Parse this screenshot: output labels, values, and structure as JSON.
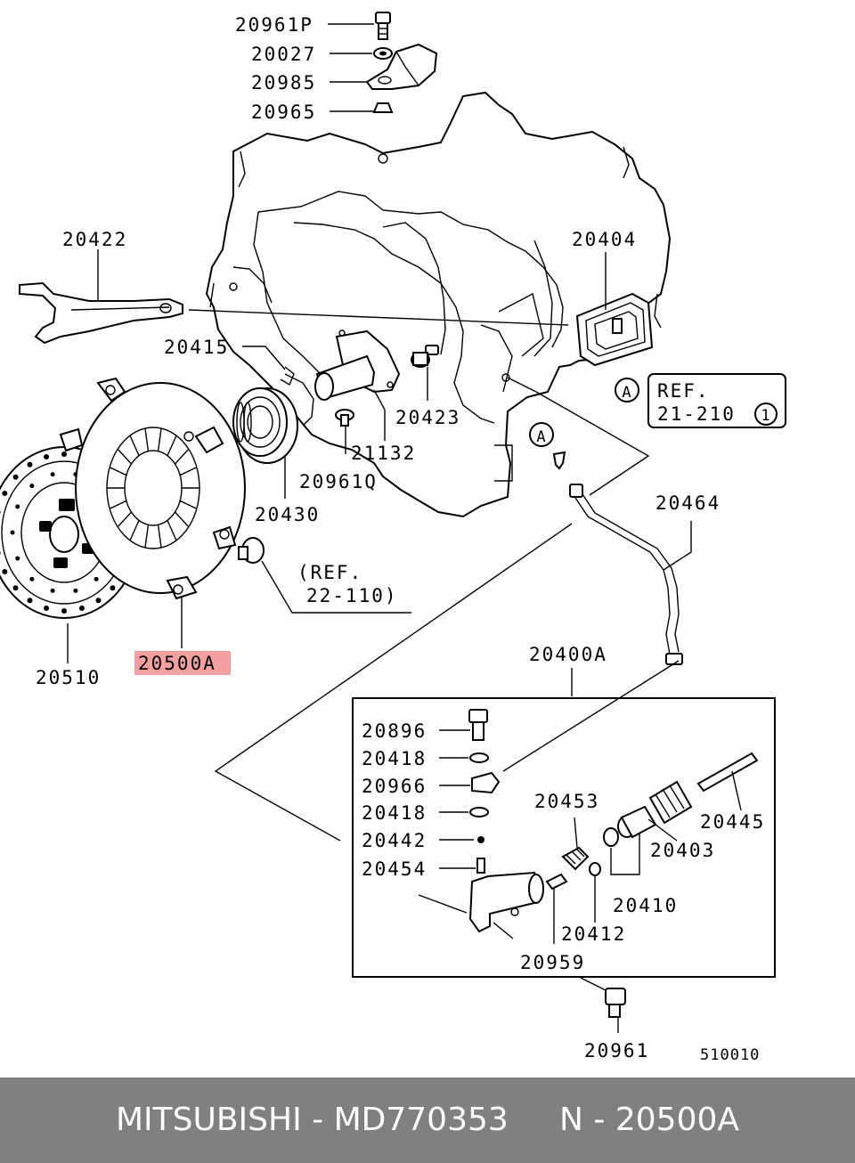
{
  "labels": {
    "p20961P": "20961P",
    "p20027": "20027",
    "p20985": "20985",
    "p20965": "20965",
    "p20422": "20422",
    "p20404": "20404",
    "p20415": "20415",
    "p20423": "20423",
    "p21132": "21132",
    "p20961Q": "20961Q",
    "p20430": "20430",
    "p20464": "20464",
    "p20510": "20510",
    "p20500A": "20500A",
    "p20400A": "20400A",
    "p20896": "20896",
    "p20418a": "20418",
    "p20966": "20966",
    "p20418b": "20418",
    "p20442": "20442",
    "p20454": "20454",
    "p20453": "20453",
    "p20445": "20445",
    "p20403": "20403",
    "p20410": "20410",
    "p20412": "20412",
    "p20959": "20959",
    "p20961": "20961"
  },
  "refs": {
    "marker_a1": "A",
    "marker_a2": "A",
    "ref_box_line1": "REF.",
    "ref_box_line2": "21-210",
    "ref_box_circle": "1",
    "ref2_line1": "(REF.",
    "ref2_line2": "22-110)"
  },
  "diagram_code": "510010",
  "highlight_color": "#f4a0a0",
  "footer": {
    "brand": "MITSUBISHI",
    "sep1": " - ",
    "part_number": "MD770353",
    "gap": "     ",
    "ref_prefix": "N",
    "sep2": " - ",
    "ref_code": "20500A"
  }
}
